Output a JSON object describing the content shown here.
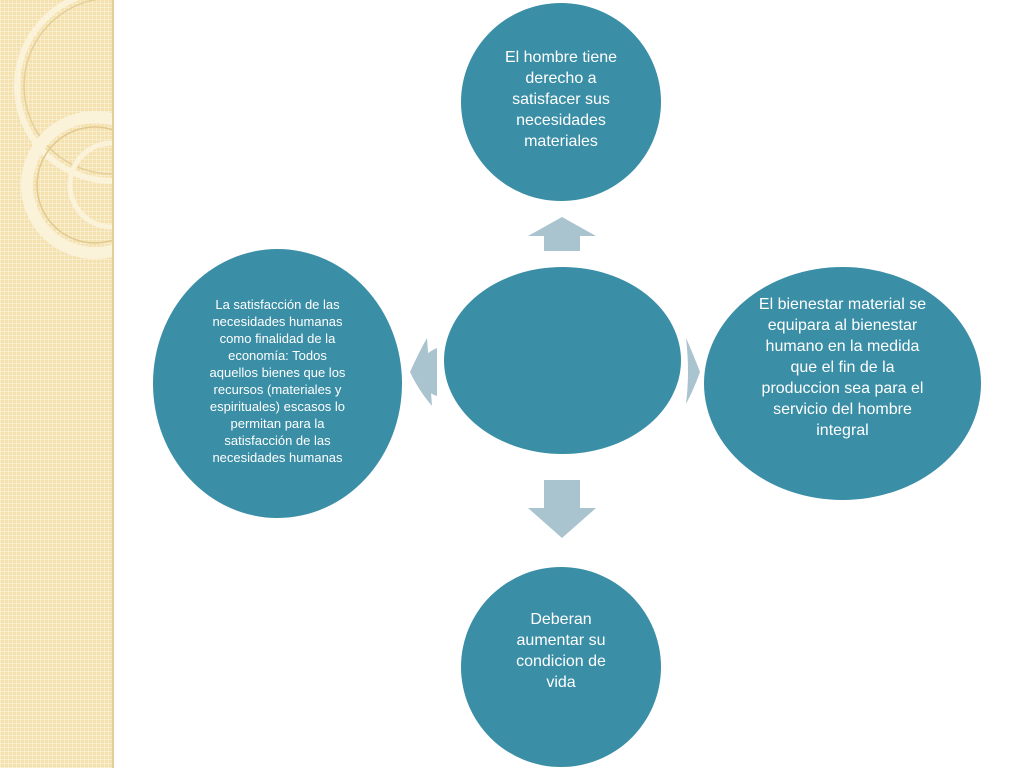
{
  "diagram": {
    "nodes": {
      "top": "El hombre tiene\nderecho a\nsatisfacer sus\nnecesidades\nmateriales",
      "left": "La satisfacción de las\nnecesidades humanas\ncomo finalidad de la\neconomía: Todos\naquellos bienes que los\nrecursos (materiales y\nespirituales) escasos lo\npermitan para la\nsatisfacción de las\nnecesidades humanas",
      "right": "El bienestar material se\nequipara al bienestar\nhumano en la medida\nque el fin de la\nproduccion sea para el\nservicio del hombre\nintegral",
      "bottom": "Deberan\naumentar su\ncondicion de\nvida",
      "center": ""
    },
    "colors": {
      "node_fill": "#3a8ea6",
      "node_text": "#ffffff",
      "arrow_fill": "#a9c3cf",
      "sidebar": "#f5e1ae"
    }
  }
}
